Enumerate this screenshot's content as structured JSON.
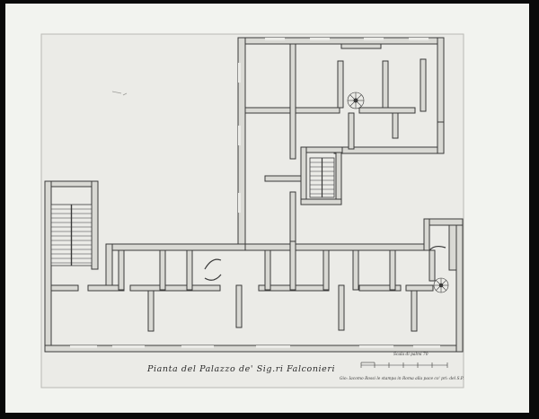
{
  "plan": {
    "title": "Pianta del Palazzo de' Sig.ri Falconieri",
    "imprint": "Gio: Iacomo Rossi le stampa in Roma alla pace co' pri: del S.P.",
    "scale_label": "Scala di palmi 70"
  },
  "colors": {
    "frame": "#0a0a0a",
    "paper": "#f2f3ef",
    "plate_area": "#ebebe7",
    "wall_fill": "#d9d9d4",
    "ink": "#3a3a3a"
  }
}
